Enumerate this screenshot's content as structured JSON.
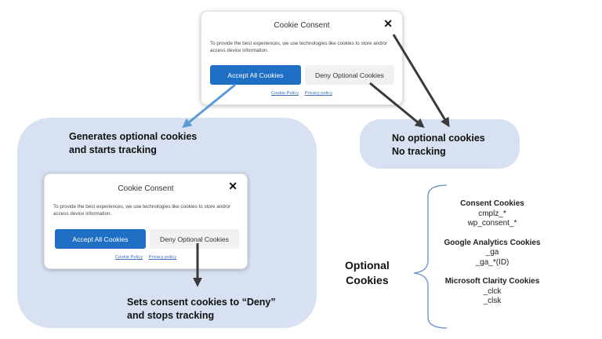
{
  "dialog": {
    "title": "Cookie Consent",
    "close_glyph": "✕",
    "text": "To provide the best experiences, we use technologies like cookies to store and/or access device information.",
    "accept_label": "Accept All Cookies",
    "deny_label": "Deny Optional Cookies",
    "cookie_policy_link": "Cookie Policy",
    "privacy_policy_link": "Privacy policy"
  },
  "labels": {
    "generates": [
      "Generates optional cookies",
      "and starts tracking"
    ],
    "sets": [
      "Sets consent cookies to “Deny”",
      "and stops tracking"
    ],
    "no_cookies": [
      "No optional cookies",
      "No tracking"
    ],
    "optional": [
      "Optional",
      "Cookies"
    ]
  },
  "cookie_groups": [
    {
      "heading": "Consent Cookies",
      "items": [
        "cmplz_*",
        "wp_consent_*"
      ]
    },
    {
      "heading": "Google Analytics Cookies",
      "items": [
        "_ga",
        "_ga_*(ID)"
      ]
    },
    {
      "heading": "Microsoft Clarity Cookies",
      "items": [
        "_clck",
        "_clsk"
      ]
    }
  ],
  "colors": {
    "bubble": "#d7e1f1",
    "primary_button": "#1f6fc5",
    "accept_arrow": "#5b9bd5",
    "dark_arrow": "#3a3a3a",
    "brace": "#6a8fc7"
  }
}
